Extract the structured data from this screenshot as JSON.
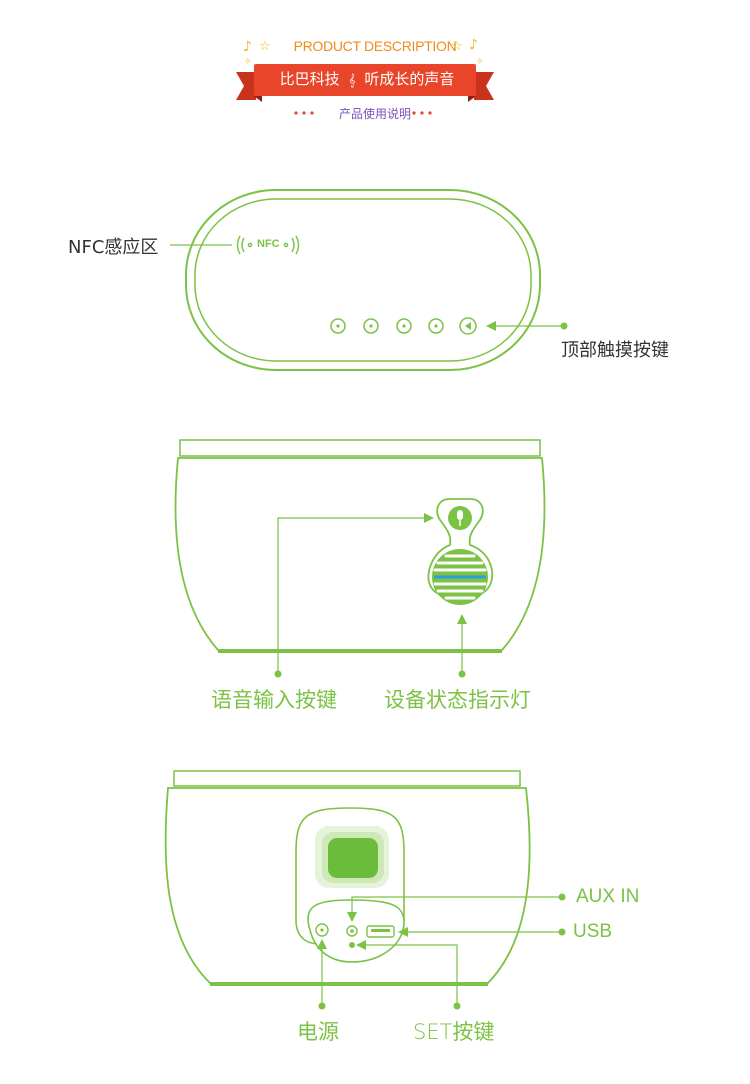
{
  "header": {
    "title_en": "PRODUCT DESCRIPTION",
    "title_cn_left": "比巴科技",
    "title_cn_right": "听成长的声音",
    "subtitle": "产品使用说明"
  },
  "top_view": {
    "nfc_label": "NFC感应区",
    "nfc_badge": "NFC",
    "touch_keys_label": "顶部触摸按键"
  },
  "front_view": {
    "voice_key_label": "语音输入按键",
    "status_light_label": "设备状态指示灯"
  },
  "back_view": {
    "aux_label": "AUX IN",
    "usb_label": "USB",
    "power_label": "电源",
    "set_label": "SET按键"
  },
  "colors": {
    "accent_green": "#7cc245",
    "ribbon_red": "#e8452a",
    "header_orange": "#f08c1e",
    "indicator_blue": "#2a9fe0"
  }
}
